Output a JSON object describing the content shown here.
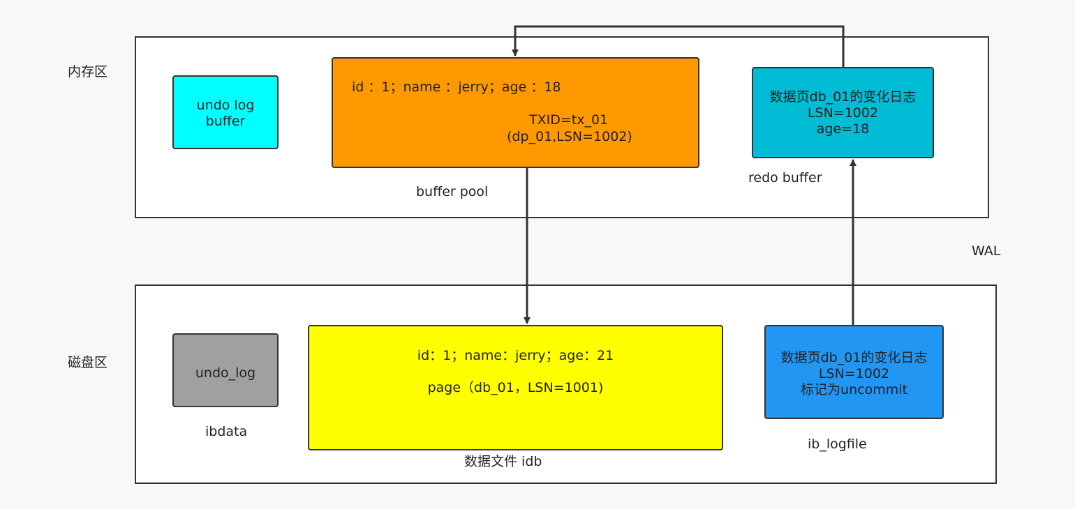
{
  "labels": {
    "memory_zone": "内存区",
    "disk_zone": "磁盘区",
    "wal": "WAL"
  },
  "memory": {
    "undo_log_buffer": {
      "line1": "undo log",
      "line2": "buffer"
    },
    "buffer_pool": {
      "record": "id  ：1；name  ：jerry；age  ：18",
      "txid": "TXID=tx_01",
      "page_ref": "(dp_01,LSN=1002)",
      "caption": "buffer pool"
    },
    "redo_buffer": {
      "line1": "数据页db_01的变化日志",
      "line2": "LSN=1002",
      "line3": "age=18",
      "caption": "redo buffer"
    }
  },
  "disk": {
    "undo_log": {
      "label": "undo_log",
      "caption": "ibdata"
    },
    "data_file": {
      "record": "id：1；name：jerry；age：21",
      "page": "page（db_01，LSN=1001)",
      "caption": "数据文件 idb"
    },
    "ib_logfile": {
      "line1": "数据页db_01的变化日志",
      "line2": "LSN=1002",
      "line3": "标记为uncommit",
      "caption": "ib_logfile"
    }
  },
  "colors": {
    "background": "#f8f8f8",
    "undo_log_buffer": "#00ffff",
    "buffer_pool": "#ff9900",
    "redo_buffer": "#00bcd4",
    "undo_log": "#a0a0a0",
    "data_file": "#ffff00",
    "ib_logfile": "#2196f3",
    "stroke": "#333333"
  }
}
